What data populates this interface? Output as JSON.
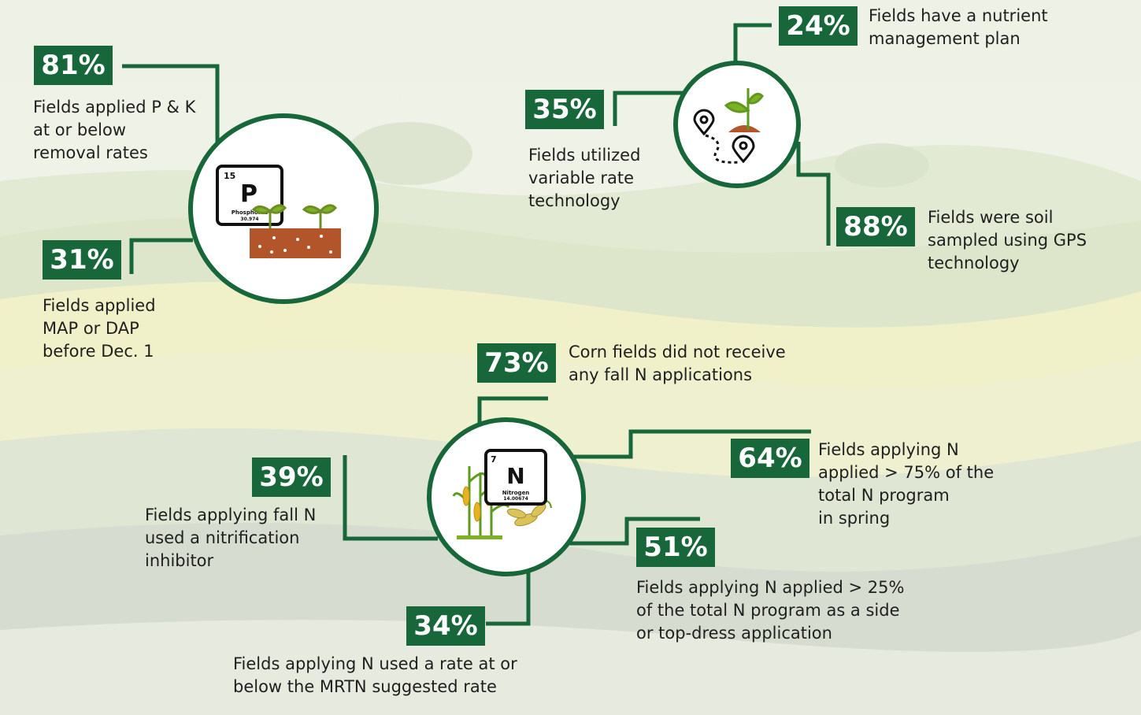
{
  "colors": {
    "accent": "#17673a",
    "text": "#1f1f1f"
  },
  "phosphorus_element": {
    "number": "15",
    "symbol": "P",
    "name": "Phosphorus",
    "mass": "30.974"
  },
  "nitrogen_element": {
    "number": "7",
    "symbol": "N",
    "name": "Nitrogen",
    "mass": "14.00674"
  },
  "icons": {
    "phosphorus_cluster": "phosphorus-soil-sprout-icon",
    "precision_cluster": "gps-pin-sprout-icon",
    "nitrogen_cluster": "nitrogen-corn-soybean-icon"
  },
  "stats": [
    {
      "value": "81%",
      "label_lines": [
        "Fields applied P & K",
        "at or below",
        "removal rates"
      ]
    },
    {
      "value": "31%",
      "label_lines": [
        "Fields applied",
        "MAP or DAP",
        "before Dec. 1"
      ]
    },
    {
      "value": "24%",
      "label_lines": [
        "Fields have a nutrient",
        "management plan"
      ]
    },
    {
      "value": "35%",
      "label_lines": [
        "Fields utilized",
        "variable rate",
        "technology"
      ]
    },
    {
      "value": "88%",
      "label_lines": [
        "Fields were soil",
        "sampled using GPS",
        "technology"
      ]
    },
    {
      "value": "73%",
      "label_lines": [
        "Corn fields did not receive",
        "any fall N applications"
      ]
    },
    {
      "value": "64%",
      "label_lines": [
        "Fields applying N",
        "applied > 75% of the",
        "total N program",
        "in spring"
      ]
    },
    {
      "value": "39%",
      "label_lines": [
        "Fields applying fall N",
        "used a nitrification",
        "inhibitor"
      ]
    },
    {
      "value": "51%",
      "label_lines": [
        "Fields applying N applied > 25%",
        "of the total N program as a side",
        "or top-dress application"
      ]
    },
    {
      "value": "34%",
      "label_lines": [
        "Fields applying N used a rate at or",
        "below the MRTN suggested rate"
      ]
    }
  ]
}
